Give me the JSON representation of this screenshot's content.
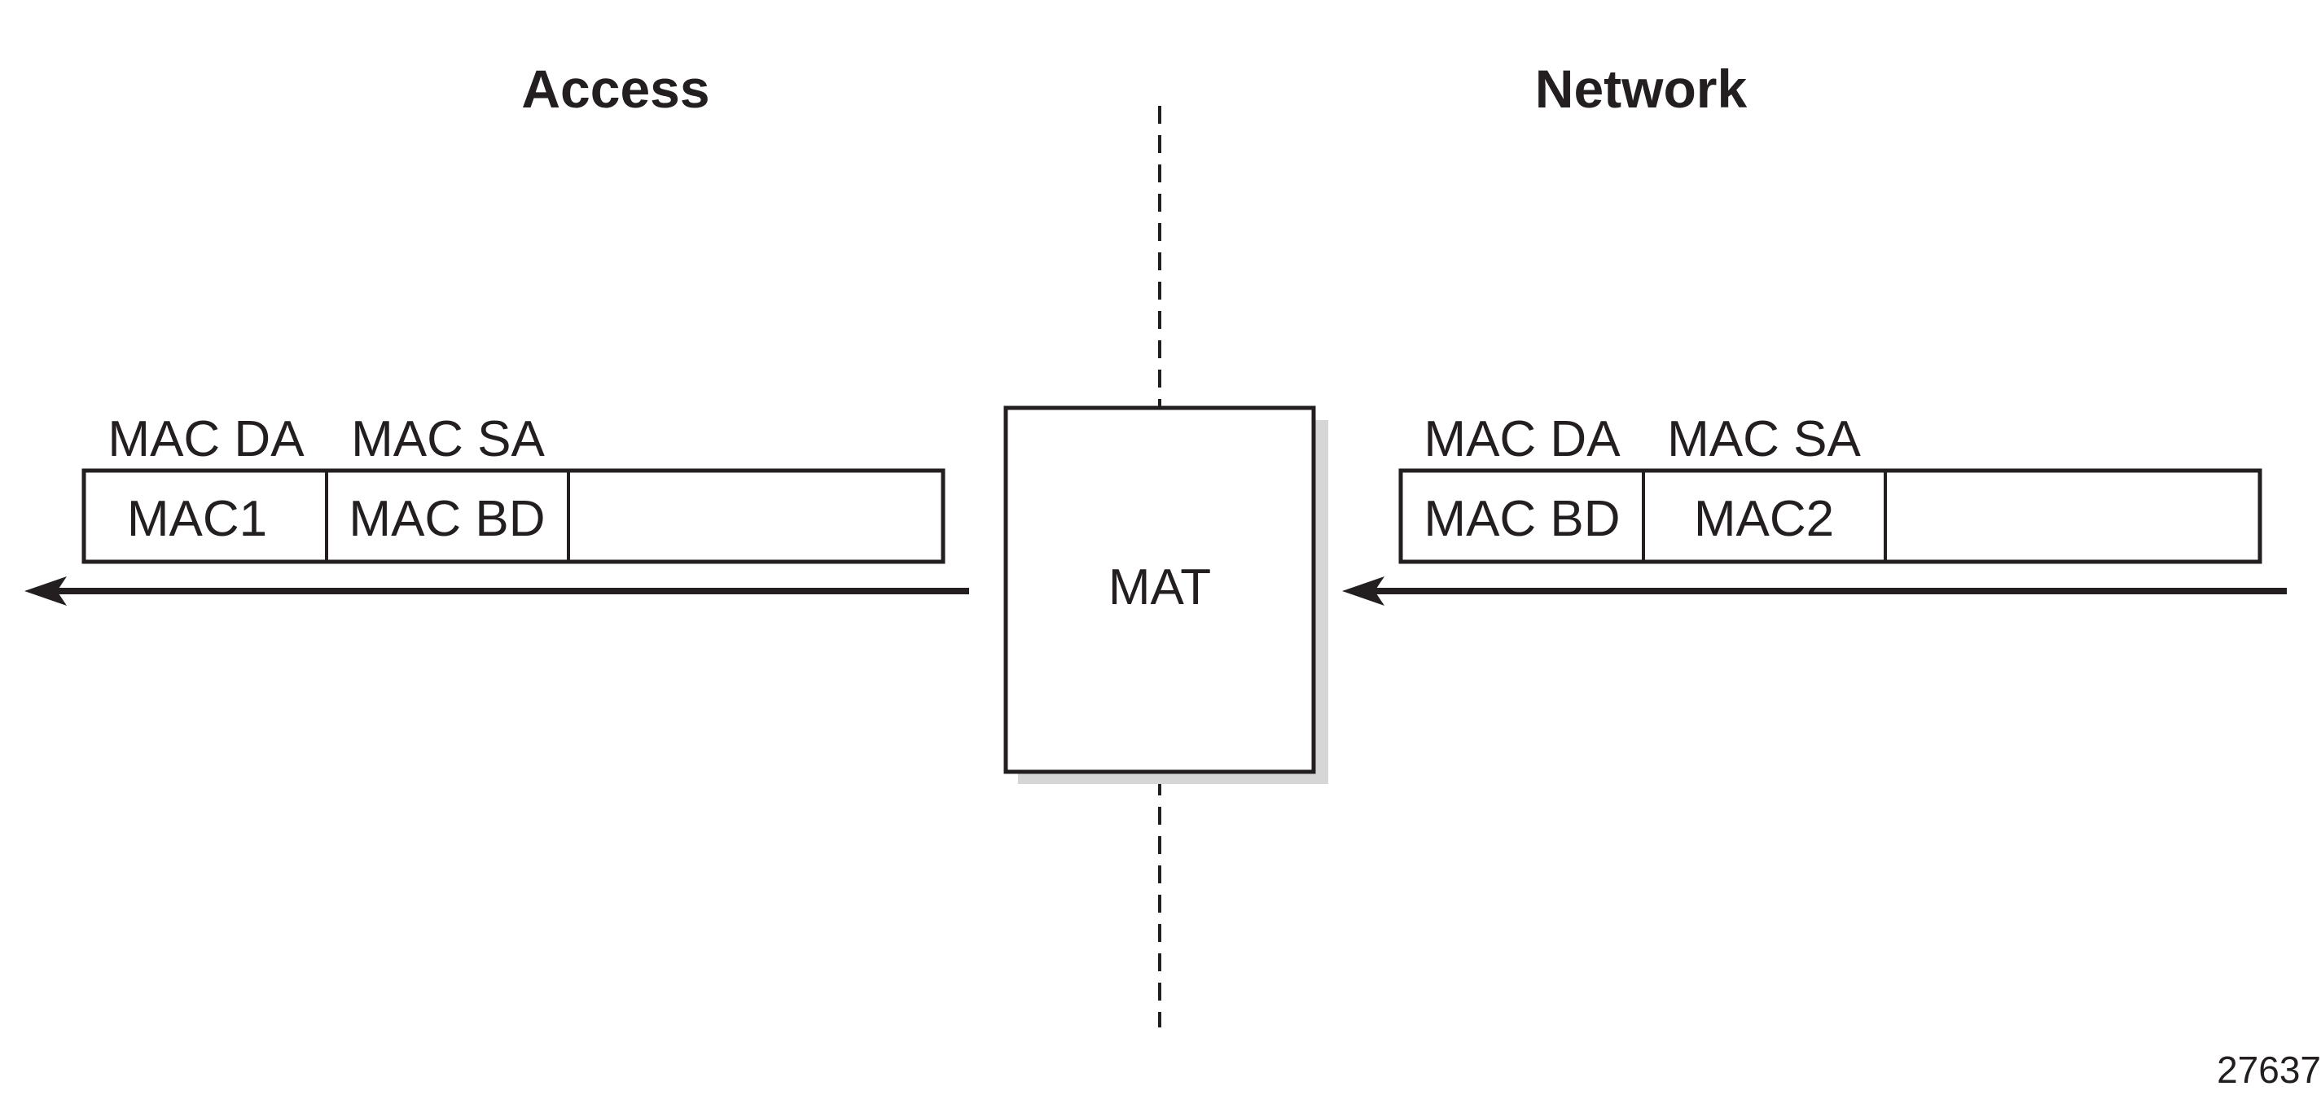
{
  "headings": {
    "access": "Access",
    "network": "Network"
  },
  "center": {
    "label": "MAT"
  },
  "access_frame": {
    "header_da": "MAC DA",
    "header_sa": "MAC SA",
    "cell_da": "MAC1",
    "cell_sa": "MAC BD"
  },
  "network_frame": {
    "header_da": "MAC DA",
    "header_sa": "MAC SA",
    "cell_da": "MAC BD",
    "cell_sa": "MAC2"
  },
  "figure_number": "27637"
}
